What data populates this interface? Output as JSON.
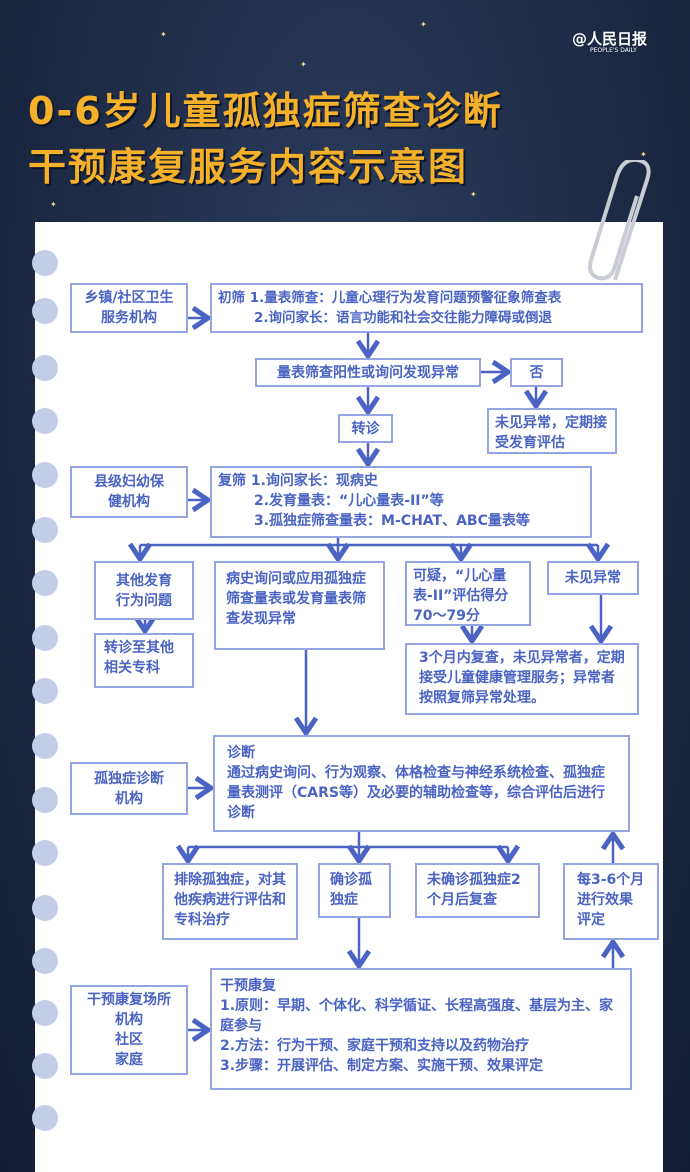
{
  "logo": {
    "text": "@人民日报",
    "sub": "PEOPLE'S DAILY"
  },
  "title": [
    "0-6岁儿童孤独症筛查诊断",
    "干预康复服务内容示意图"
  ],
  "boxes": {
    "township": "乡镇/社区卫生服务机构",
    "initial_label": "初筛",
    "initial_1": "1.量表筛查：儿童心理行为发育问题预警征象筛查表",
    "initial_2": "2.询问家长：语言功能和社会交往能力障碍或倒退",
    "positive": "量表筛查阳性或询问发现异常",
    "no": "否",
    "referral": "转诊",
    "no_abnormal_regular": "未见异常，定期接受发育评估",
    "county": "县级妇幼保健机构",
    "rescreen_label": "复筛",
    "rescreen_1": "1.询问家长：现病史",
    "rescreen_2": "2.发育量表：“儿心量表-II”等",
    "rescreen_3": "3.孤独症筛查量表：M-CHAT、ABC量表等",
    "other_dev": "其他发育行为问题",
    "refer_other": "转诊至其他相关专科",
    "history": "病史询问或应用孤独症筛查量表或发育量表筛查发现异常",
    "suspect": "可疑，“儿心量表-II”评估得分70～79分",
    "no_abnormal": "未见异常",
    "recheck3": "3个月内复查，未见异常者，定期接受儿童健康管理服务；异常者按照复筛异常处理。",
    "diag_org": "孤独症诊断机构",
    "diag_title": "诊断",
    "diag_text": "通过病史询问、行为观察、体格检查与神经系统检查、孤独症量表测评（CARS等）及必要的辅助检查等，综合评估后进行诊断",
    "exclude": "排除孤独症，对其他疾病进行评估和专科治疗",
    "confirm": "确诊孤独症",
    "unconfirmed": "未确诊孤独症2个月后复查",
    "evaluate": "每3-6个月进行效果评定",
    "interv_place_1": "干预康复场所",
    "interv_place_2": "机构",
    "interv_place_3": "社区",
    "interv_place_4": "家庭",
    "interv_title": "干预康复",
    "interv_1": "1.原则：早期、个体化、科学循证、长程高强度、基层为主、家庭参与",
    "interv_2": "2.方法：行为干预、家庭干预和支持以及药物治疗",
    "interv_3": "3.步骤：开展评估、制定方案、实施干预、效果评定"
  },
  "colors": {
    "title": "#f6b12a",
    "box_text": "#4b64c3",
    "box_border": "#95a5e3",
    "line": "#4b64c3",
    "bg": "#1a2640"
  }
}
